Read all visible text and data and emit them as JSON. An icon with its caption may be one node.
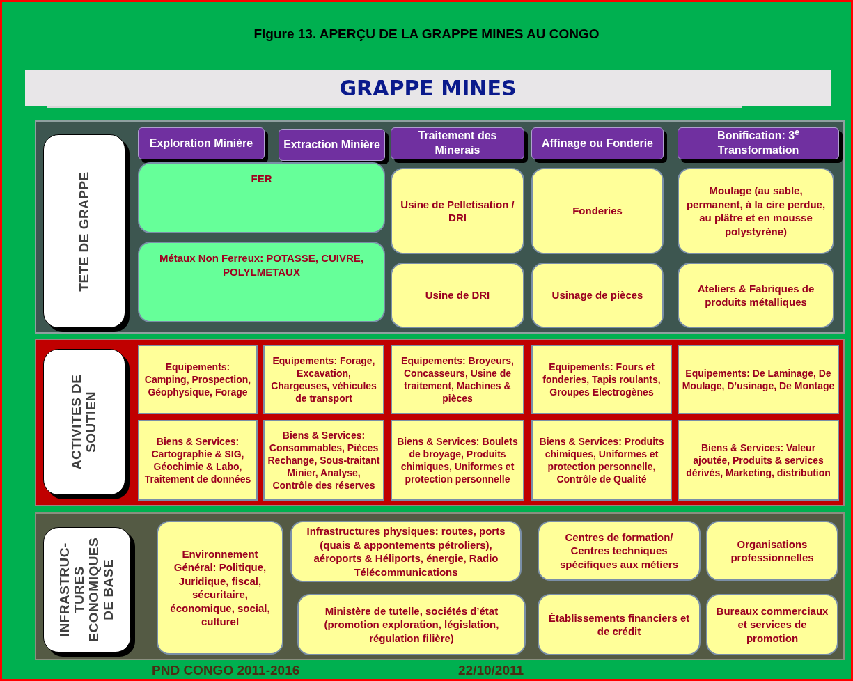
{
  "diagram": {
    "title": "Figure 13. APERÇU DE LA GRAPPE MINES AU CONGO",
    "nodes": [
      {
        "text": [
          "GRAPPE MINES"
        ]
      },
      {
        "text": [],
        "shape": "box"
      },
      {
        "text": [
          "TETE DE GRAPPE"
        ],
        "in": 1
      },
      {
        "text": [
          "Exploration Minière"
        ],
        "in": 1
      },
      {
        "text": [
          "Extraction Minière"
        ],
        "in": 1
      },
      {
        "text": [
          "Traitement des Minerais"
        ],
        "in": 1
      },
      {
        "text": [
          "Affinage ou Fonderie"
        ],
        "in": 1
      },
      {
        "text": [
          "Bonification: 3$^{e}$ Transformation"
        ],
        "in": 1
      },
      {
        "text": [
          "FER"
        ],
        "in": 1
      },
      {
        "text": [
          "Métaux Non Ferreux: POTASSE, CUIVRE, POLYLMETAUX"
        ],
        "in": 1
      },
      {
        "text": [
          "Usine de Pelletisation / DRI"
        ],
        "in": 1
      },
      {
        "text": [
          "Fonderies"
        ],
        "in": 1
      },
      {
        "text": [
          "Moulage (au sable, permanent, à la cire perdue, au plâtre et en mousse polystyrène)"
        ],
        "in": 1
      },
      {
        "text": [
          "Usine de DRI"
        ],
        "in": 1
      },
      {
        "text": [
          "Usinage de pièces"
        ],
        "in": 1
      },
      {
        "text": [
          "Ateliers & Fabriques de produits métalliques"
        ],
        "in": 1
      },
      {
        "text": [],
        "shape": "box"
      },
      {
        "text": [
          "ACTIVITES DE SOUTIEN"
        ],
        "in": 16
      },
      {
        "text": [
          "Equipements: Camping, Prospection, Géophysique, Forage"
        ],
        "in": 16
      },
      {
        "text": [
          "Equipements: Forage, Excavation, Chargeuses, véhicules de transport"
        ],
        "in": 16
      },
      {
        "text": [
          "Equipements: Broyeurs, Concasseurs, Usine de traitement, Machines & pièces"
        ],
        "in": 16
      },
      {
        "text": [
          "Equipements: Fours et fonderies, Tapis roulants, Groupes Electrogènes"
        ],
        "in": 16
      },
      {
        "text": [
          "Equipements: De Laminage, De Moulage, D’usinage, De Montage"
        ],
        "in": 16
      },
      {
        "text": [
          "Biens & Services: Cartographie & SIG, Géochimie & Labo, Traitement de données"
        ],
        "in": 16
      },
      {
        "text": [
          "Biens & Services: Consommables, Pièces Rechange, Sous-traitant Minier, Analyse, Contrôle des réserves"
        ],
        "in": 16
      },
      {
        "text": [
          "Biens & Services: Boulets de broyage, Produits chimiques, Uniformes et protection personnelle"
        ],
        "in": 16
      },
      {
        "text": [
          "Biens & Services: Produits chimiques, Uniformes et protection personnelle, Contrôle de Qualité"
        ],
        "in": 16
      },
      {
        "text": [
          "Biens & Services: Valeur ajoutée, Produits & services dérivés, Marketing, distribution"
        ],
        "in": 16
      },
      {
        "text": [],
        "shape": "box"
      },
      {
        "text": [
          "INFRASTRUC- TURES ECONOMIQUES DE BASE"
        ],
        "in": 28
      },
      {
        "text": [
          "Environnement Général: Politique, Juridique, fiscal, sécuritaire, économique, social, culturel"
        ],
        "in": 28
      },
      {
        "text": [
          "Infrastructures physiques: routes, ports (quais & appontements pétroliers), aéroports & Héliports, énergie, Radio Télécommunications"
        ],
        "in": 28
      },
      {
        "text": [
          "Ministère de tutelle, sociétés d’état (promotion exploration, législation, régulation filière)"
        ],
        "in": 28
      },
      {
        "text": [
          "Centres de formation/ Centres techniques spécifiques aux métiers"
        ],
        "in": 28
      },
      {
        "text": [
          "Organisations professionnelles"
        ],
        "in": 28
      },
      {
        "text": [
          "Établissements financiers et de crédit"
        ],
        "in": 28
      },
      {
        "text": [
          "Bureaux commerciaux et services de promotion"
        ],
        "in": 28
      }
    ],
    "labels": [
      "PND CONGO 2011-2016",
      "22/10/2011"
    ]
  }
}
